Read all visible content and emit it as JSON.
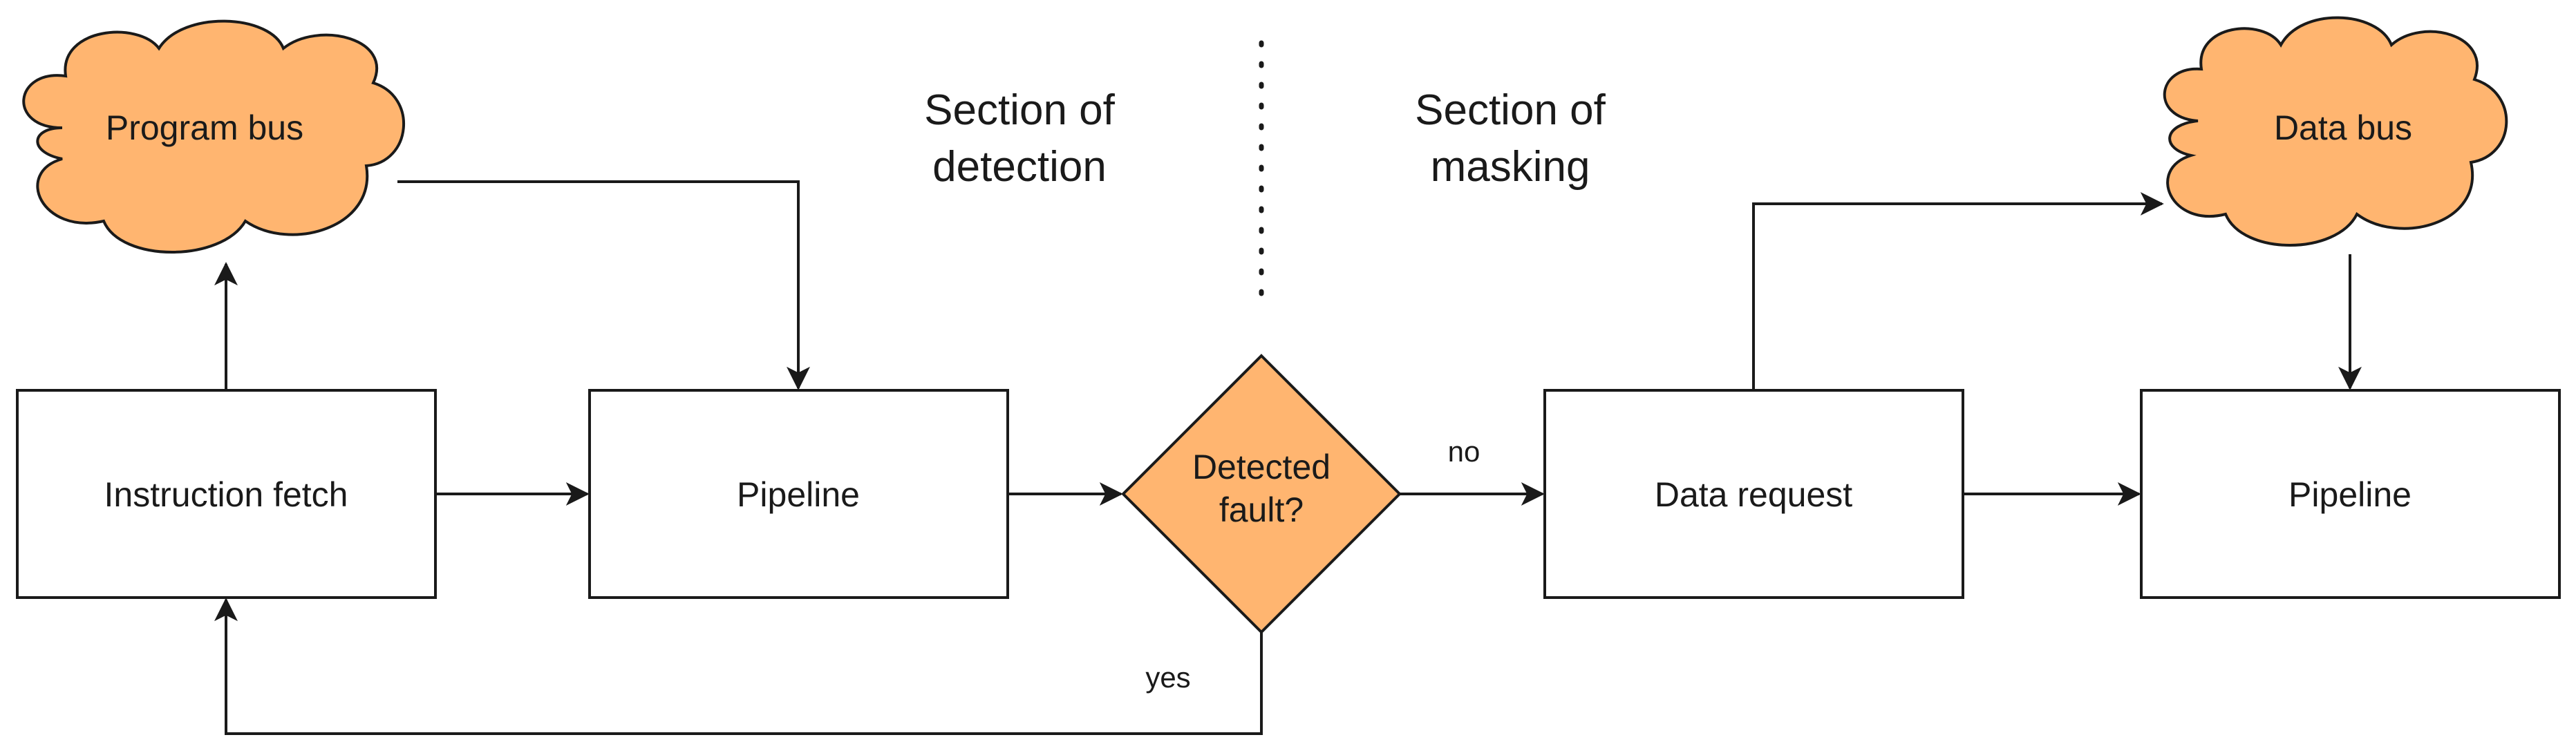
{
  "colors": {
    "accent_fill": "#FFB570",
    "stroke": "#1a1a1a",
    "background": "#FFFFFF"
  },
  "nodes": {
    "program_bus": "Program bus",
    "data_bus": "Data bus",
    "instruction_fetch": "Instruction fetch",
    "pipeline_1": "Pipeline",
    "decision": {
      "line1": "Detected",
      "line2": "fault?"
    },
    "data_request": "Data request",
    "pipeline_2": "Pipeline"
  },
  "sections": {
    "detection": {
      "line1": "Section of",
      "line2": "detection"
    },
    "masking": {
      "line1": "Section of",
      "line2": "masking"
    }
  },
  "edges": {
    "no_label": "no",
    "yes_label": "yes"
  }
}
